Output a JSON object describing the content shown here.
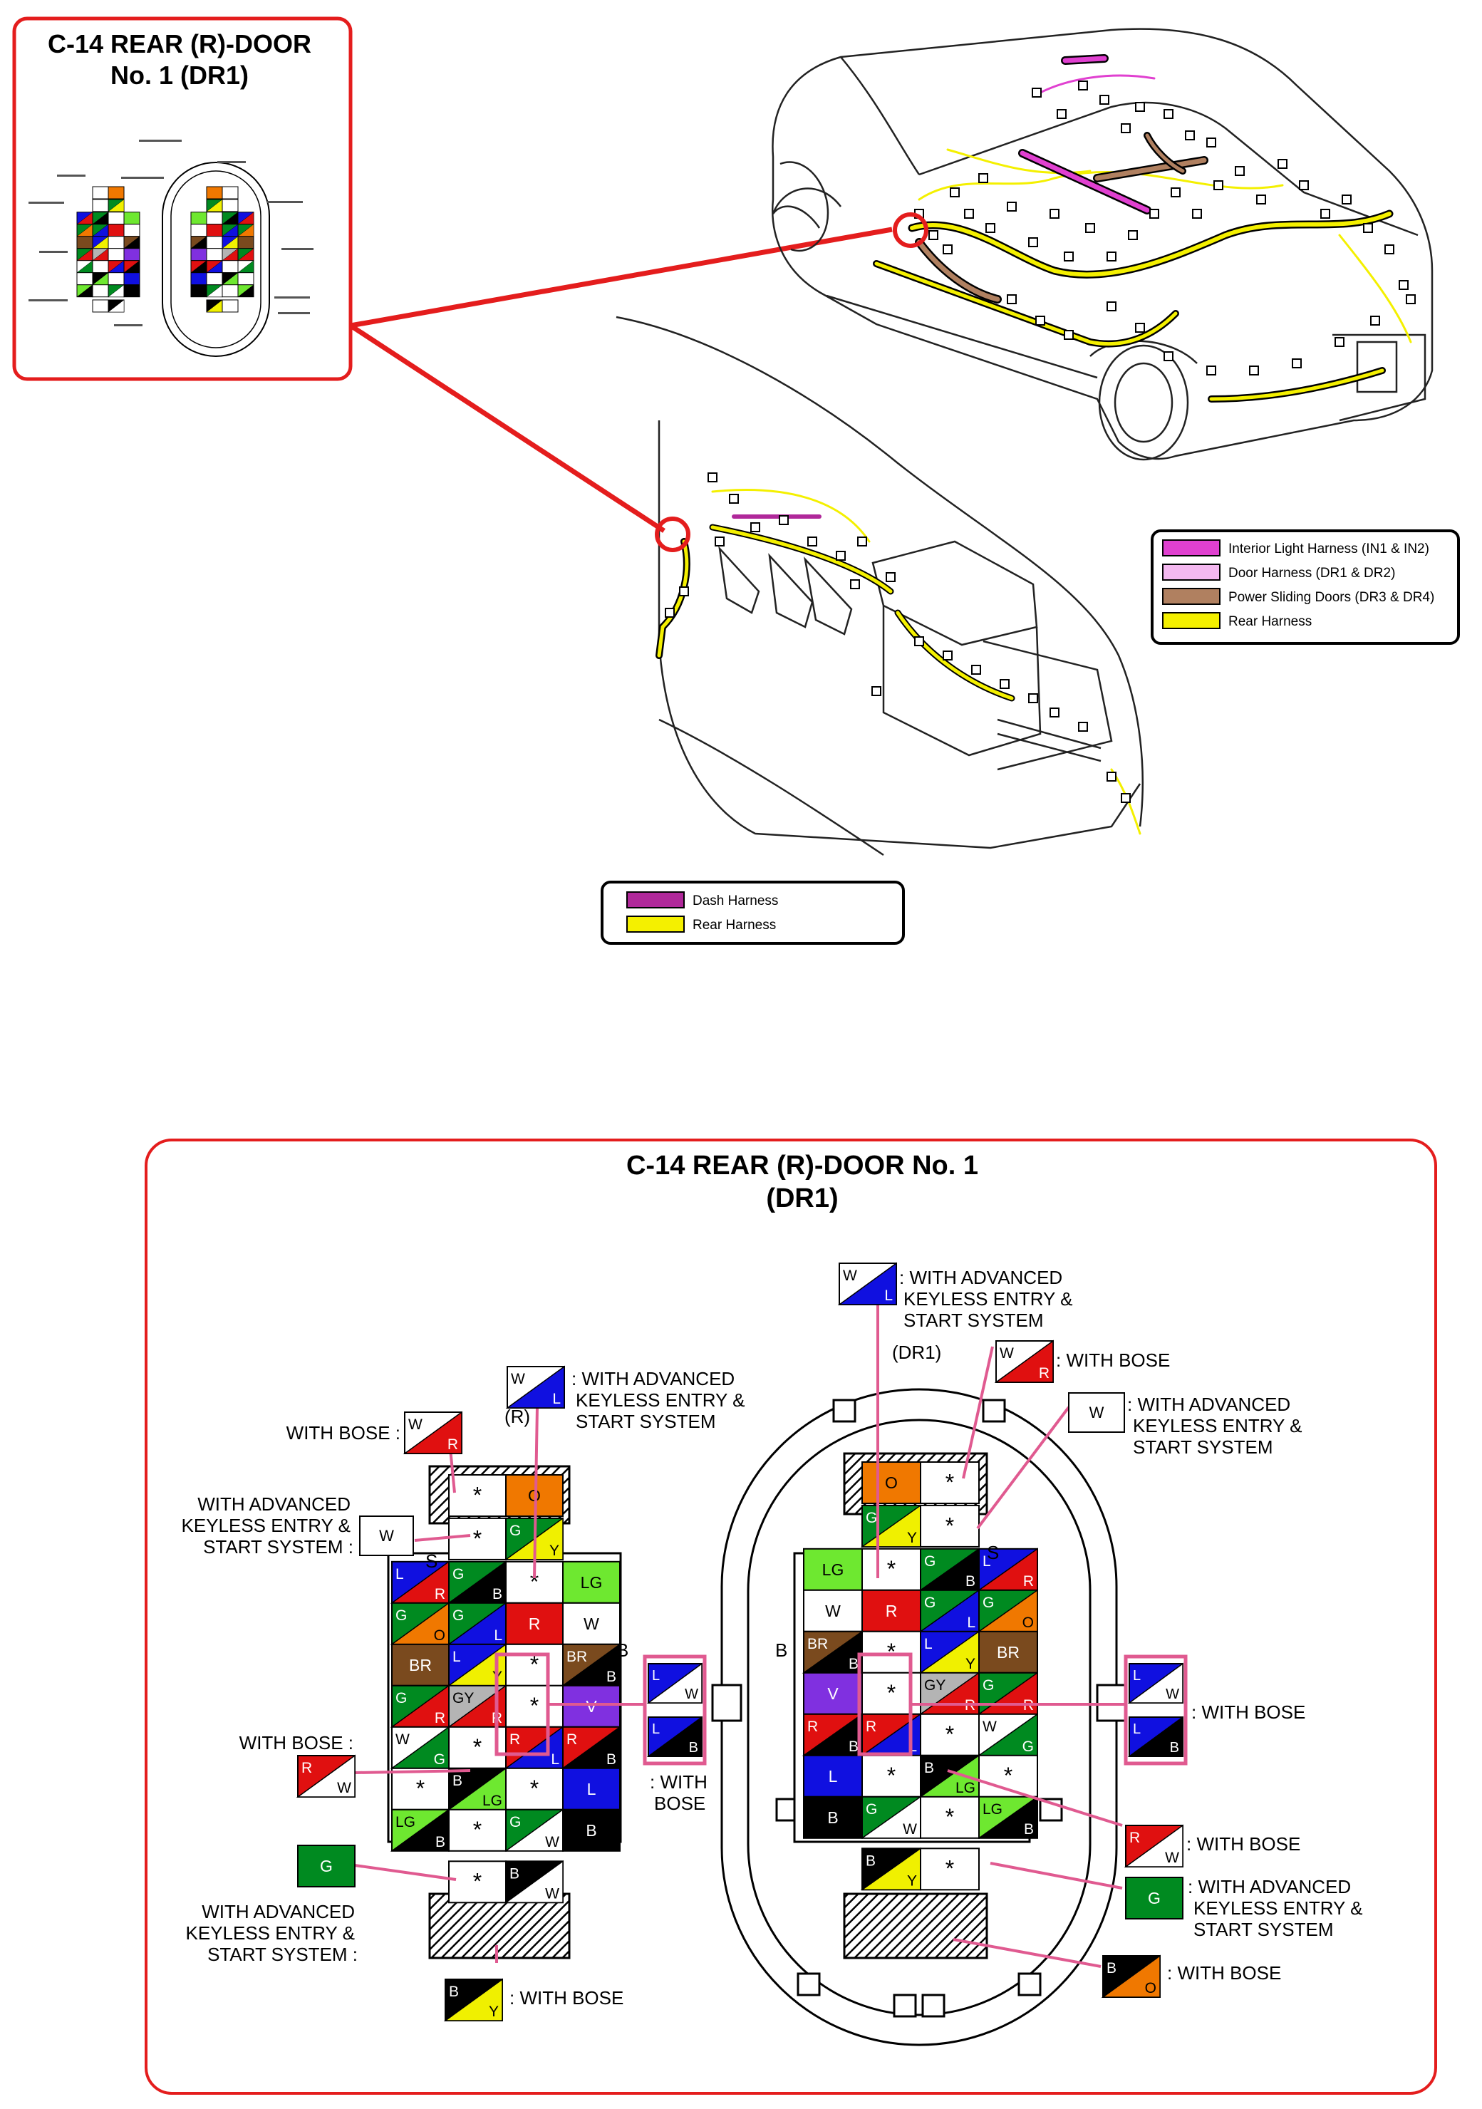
{
  "inset": {
    "title_line1": "C-14 REAR (R)-DOOR",
    "title_line2": "No. 1 (DR1)"
  },
  "legend_main": [
    {
      "label": "Interior Light Harness (IN1 & IN2)",
      "color": "#e040d0"
    },
    {
      "label": "Door Harness (DR1 & DR2)",
      "color": "#f4b8f0"
    },
    {
      "label": "Power Sliding Doors (DR3 & DR4)",
      "color": "#b08060"
    },
    {
      "label": "Rear Harness",
      "color": "#f4f000"
    }
  ],
  "legend_dash": [
    {
      "label": "Dash Harness",
      "color": "#b0289a"
    },
    {
      "label": "Rear Harness",
      "color": "#f4f000"
    }
  ],
  "detail": {
    "title_line1": "C-14 REAR (R)-DOOR No. 1",
    "title_line2": "(DR1)",
    "left_label_r": "(R)",
    "right_label_dr1": "(DR1)",
    "label_s": "S",
    "label_b": "B",
    "star": "*"
  },
  "callouts": {
    "adv_line1": "WITH ADVANCED",
    "adv_line2": "KEYLESS ENTRY &",
    "adv_line3": "START SYSTEM",
    "adv_line3_colon": "START SYSTEM :",
    "with_bose": "WITH BOSE",
    "with_bose_colon": "WITH BOSE :",
    "with_bose_tag": ": WITH BOSE",
    "with_label": ": WITH",
    "bose_label": "BOSE",
    "adv_tag": ": WITH ADVANCED"
  },
  "colors": {
    "L": "#1010e0",
    "R": "#e01010",
    "G": "#008a20",
    "LG": "#6ee830",
    "O": "#f07800",
    "BR": "#7a4a1e",
    "V": "#8030e0",
    "Y": "#f0f000",
    "B": "#000000",
    "W": "#ffffff",
    "GY": "#b4b4b4",
    "pink": "#e05a90",
    "red": "#e41d1d"
  },
  "left_connector": [
    [
      {
        "a": "W",
        "s": "*"
      },
      {
        "a": "O",
        "t": "O"
      }
    ],
    [
      {
        "a": "W",
        "s": "*"
      },
      {
        "a": "G",
        "b": "Y",
        "t": "G",
        "u": "Y"
      }
    ],
    [
      {
        "a": "L",
        "b": "R",
        "t": "L",
        "u": "R"
      },
      {
        "a": "G",
        "b": "B",
        "t": "G",
        "u": "B"
      },
      {
        "a": "W",
        "s": "*"
      },
      {
        "a": "LG",
        "t": "LG"
      }
    ],
    [
      {
        "a": "G",
        "b": "O",
        "t": "G",
        "u": "O"
      },
      {
        "a": "G",
        "b": "L",
        "t": "G",
        "u": "L"
      },
      {
        "a": "R",
        "t": "R"
      },
      {
        "a": "W",
        "t": "W"
      }
    ],
    [
      {
        "a": "BR",
        "t": "BR"
      },
      {
        "a": "L",
        "b": "Y",
        "t": "L",
        "u": "Y"
      },
      {
        "a": "W",
        "s": "*"
      },
      {
        "a": "BR",
        "b": "B",
        "t": "BR",
        "u": "B"
      }
    ],
    [
      {
        "a": "G",
        "b": "R",
        "t": "G",
        "u": "R"
      },
      {
        "a": "GY",
        "b": "R",
        "t": "GY",
        "u": "R"
      },
      {
        "a": "W",
        "s": "*"
      },
      {
        "a": "V",
        "t": "V"
      }
    ],
    [
      {
        "a": "W",
        "b": "G",
        "t": "W",
        "u": "G"
      },
      {
        "a": "W",
        "s": "*"
      },
      {
        "a": "R",
        "b": "L",
        "t": "R",
        "u": "L"
      },
      {
        "a": "R",
        "b": "B",
        "t": "R",
        "u": "B"
      }
    ],
    [
      {
        "a": "W",
        "s": "*"
      },
      {
        "a": "B",
        "b": "LG",
        "t": "B",
        "u": "LG"
      },
      {
        "a": "W",
        "s": "*"
      },
      {
        "a": "L",
        "t": "L"
      }
    ],
    [
      {
        "a": "LG",
        "b": "B",
        "t": "LG",
        "u": "B"
      },
      {
        "a": "W",
        "s": "*"
      },
      {
        "a": "G",
        "b": "W",
        "t": "G",
        "u": "W"
      },
      {
        "a": "B",
        "t": "B"
      }
    ],
    [
      {
        "a": "W",
        "s": "*"
      },
      {
        "a": "B",
        "b": "W",
        "t": "B",
        "u": "W"
      }
    ]
  ],
  "right_connector": [
    [
      {
        "a": "O",
        "t": "O"
      },
      {
        "a": "W",
        "s": "*"
      }
    ],
    [
      {
        "a": "G",
        "b": "Y",
        "t": "G",
        "u": "Y"
      },
      {
        "a": "W",
        "s": "*"
      }
    ],
    [
      {
        "a": "LG",
        "t": "LG"
      },
      {
        "a": "W",
        "s": "*"
      },
      {
        "a": "G",
        "b": "B",
        "t": "G",
        "u": "B"
      },
      {
        "a": "L",
        "b": "R",
        "t": "L",
        "u": "R"
      }
    ],
    [
      {
        "a": "W",
        "t": "W"
      },
      {
        "a": "R",
        "t": "R"
      },
      {
        "a": "G",
        "b": "L",
        "t": "G",
        "u": "L"
      },
      {
        "a": "G",
        "b": "O",
        "t": "G",
        "u": "O"
      }
    ],
    [
      {
        "a": "BR",
        "b": "B",
        "t": "BR",
        "u": "B"
      },
      {
        "a": "W",
        "s": "*"
      },
      {
        "a": "L",
        "b": "Y",
        "t": "L",
        "u": "Y"
      },
      {
        "a": "BR",
        "t": "BR"
      }
    ],
    [
      {
        "a": "V",
        "t": "V"
      },
      {
        "a": "W",
        "s": "*"
      },
      {
        "a": "GY",
        "b": "R",
        "t": "GY",
        "u": "R"
      },
      {
        "a": "G",
        "b": "R",
        "t": "G",
        "u": "R"
      }
    ],
    [
      {
        "a": "R",
        "b": "B",
        "t": "R",
        "u": "B"
      },
      {
        "a": "R",
        "b": "L",
        "t": "R",
        "u": "L"
      },
      {
        "a": "W",
        "s": "*"
      },
      {
        "a": "W",
        "b": "G",
        "t": "W",
        "u": "G"
      }
    ],
    [
      {
        "a": "L",
        "t": "L"
      },
      {
        "a": "W",
        "s": "*"
      },
      {
        "a": "B",
        "b": "LG",
        "t": "B",
        "u": "LG"
      },
      {
        "a": "W",
        "s": "*"
      }
    ],
    [
      {
        "a": "B",
        "t": "B"
      },
      {
        "a": "G",
        "b": "W",
        "t": "G",
        "u": "W"
      },
      {
        "a": "W",
        "s": "*"
      },
      {
        "a": "LG",
        "b": "B",
        "t": "LG",
        "u": "B"
      }
    ],
    [
      {
        "a": "B",
        "b": "Y",
        "t": "B",
        "u": "Y"
      },
      {
        "a": "W",
        "s": "*"
      }
    ]
  ],
  "swatches": {
    "w_l": {
      "a": "W",
      "b": "L",
      "t": "W",
      "u": "L"
    },
    "w_r": {
      "a": "W",
      "b": "R",
      "t": "W",
      "u": "R"
    },
    "w": {
      "a": "W",
      "t": "W"
    },
    "r_w": {
      "a": "R",
      "b": "W",
      "t": "R",
      "u": "W"
    },
    "g": {
      "a": "G",
      "t": "G"
    },
    "b_y": {
      "a": "B",
      "b": "Y",
      "t": "B",
      "u": "Y"
    },
    "l_w": {
      "a": "L",
      "b": "W",
      "t": "L",
      "u": "W"
    },
    "l_b": {
      "a": "L",
      "b": "B",
      "t": "L",
      "u": "B"
    },
    "b_o": {
      "a": "B",
      "b": "O",
      "t": "B",
      "u": "O"
    }
  }
}
